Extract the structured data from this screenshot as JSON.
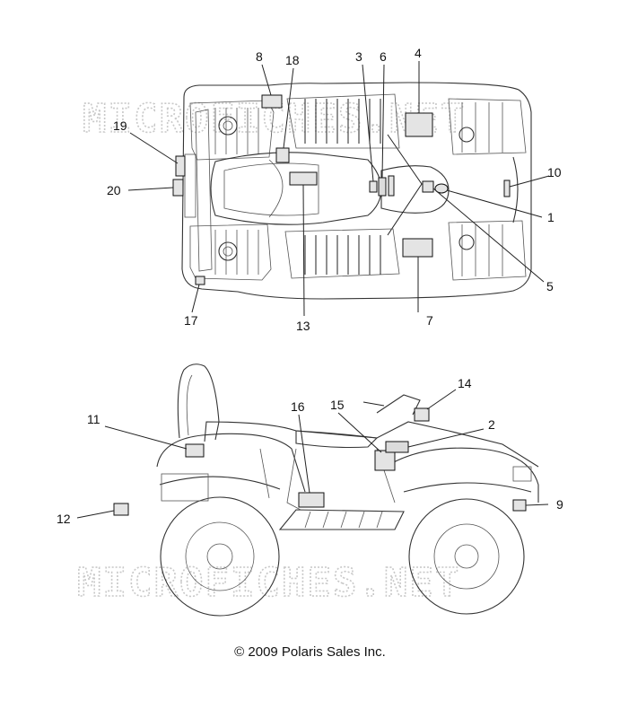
{
  "callouts": {
    "c1": "1",
    "c2": "2",
    "c3": "3",
    "c4": "4",
    "c5": "5",
    "c6": "6",
    "c7": "7",
    "c8": "8",
    "c9": "9",
    "c10": "10",
    "c11": "11",
    "c12": "12",
    "c13": "13",
    "c14": "14",
    "c15": "15",
    "c16": "16",
    "c17": "17",
    "c18": "18",
    "c19": "19",
    "c20": "20"
  },
  "watermark": {
    "text": "MICROFICHES.NET"
  },
  "footer": {
    "copyright": "© 2009 Polaris Sales Inc."
  }
}
